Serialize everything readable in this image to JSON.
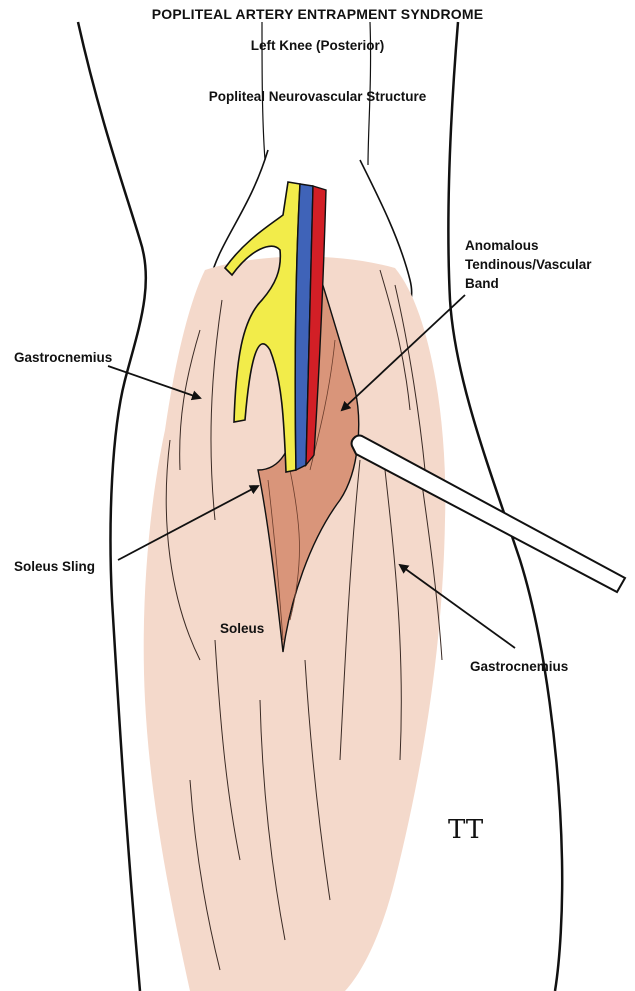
{
  "titles": {
    "main": "POPLITEAL ARTERY ENTRAPMENT SYNDROME",
    "view": "Left Knee (Posterior)",
    "structure": "Popliteal Neurovascular Structure"
  },
  "labels": {
    "anomalous_band": "Anomalous Tendinous/Vascular Band",
    "gastrocnemius_left": "Gastrocnemius",
    "soleus_sling": "Soleus Sling",
    "soleus": "Soleus",
    "gastrocnemius_right": "Gastrocnemius"
  },
  "signature": "TT",
  "colors": {
    "skin": "#f4d9cb",
    "muscle": "#d9957a",
    "nerve": "#f2ec4a",
    "vein": "#3f63b8",
    "artery": "#d21f26",
    "outline": "#111111"
  }
}
